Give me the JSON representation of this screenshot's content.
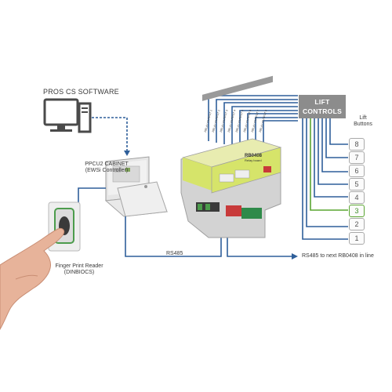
{
  "software": {
    "title": "PROS CS SOFTWARE"
  },
  "cabinet": {
    "line1": "PPCU2 CABINET",
    "line2": "(EWSi Controller)"
  },
  "reader": {
    "line1": "Finger Print Reader",
    "line2": "(DINBIOCS)"
  },
  "board": {
    "brand": "RB0408",
    "sub": "Relay board"
  },
  "relay_labels": [
    "RELAY OUTPUT 1",
    "RELAY OUTPUT 2",
    "RELAY OUTPUT 3",
    "RELAY OUTPUT 4",
    "RELAY OUTPUT 5",
    "RELAY OUTPUT 6",
    "RELAY OUTPUT 7",
    "RELAY OUTPUT 8"
  ],
  "links": {
    "rs485": "RS485",
    "rs485_next": "RS485 to next RB0408 in line"
  },
  "lift_controls": {
    "line1": "LIFT",
    "line2": "CONTROLS"
  },
  "lift_buttons": {
    "title_line1": "Lift",
    "title_line2": "Buttons",
    "labels": [
      "8",
      "7",
      "6",
      "5",
      "4",
      "3",
      "2",
      "1"
    ],
    "active": "3"
  },
  "colors": {
    "wire_blue": "#2f5f9a",
    "wire_green": "#5aa531",
    "board_green": "#d6e46a",
    "box_gray": "#8c8c8c"
  }
}
